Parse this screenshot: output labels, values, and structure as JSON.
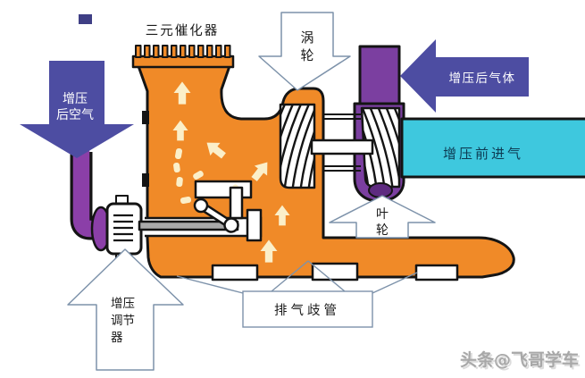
{
  "diagram": {
    "labels": {
      "catalyst": "三元催化器",
      "turbine_lines": [
        "涡",
        "轮"
      ],
      "boosted_air_lines": [
        "增压",
        "后空气"
      ],
      "boosted_gas": "增压后气体",
      "intake": "增压前进气",
      "impeller_lines": [
        "叶",
        "轮"
      ],
      "regulator_lines": [
        "增压",
        "调节",
        "器"
      ],
      "manifold": "排气歧管"
    },
    "watermark": "头条@飞哥学车",
    "colors": {
      "housing_orange": "#F08A28",
      "pipe_purple": "#8B3FA8",
      "compressor_purple": "#7B3FA0",
      "compressor_dark": "#5E2B80",
      "arrow_blue": "#4D4DA2",
      "intake_cyan": "#3EC8DE",
      "flow_cream": "#FBEFC9",
      "outline_black": "#141414",
      "callout_gray": "#7D92AA",
      "intake_text": "#0D3A52",
      "watermark_gray": "#A8A8A8"
    }
  }
}
